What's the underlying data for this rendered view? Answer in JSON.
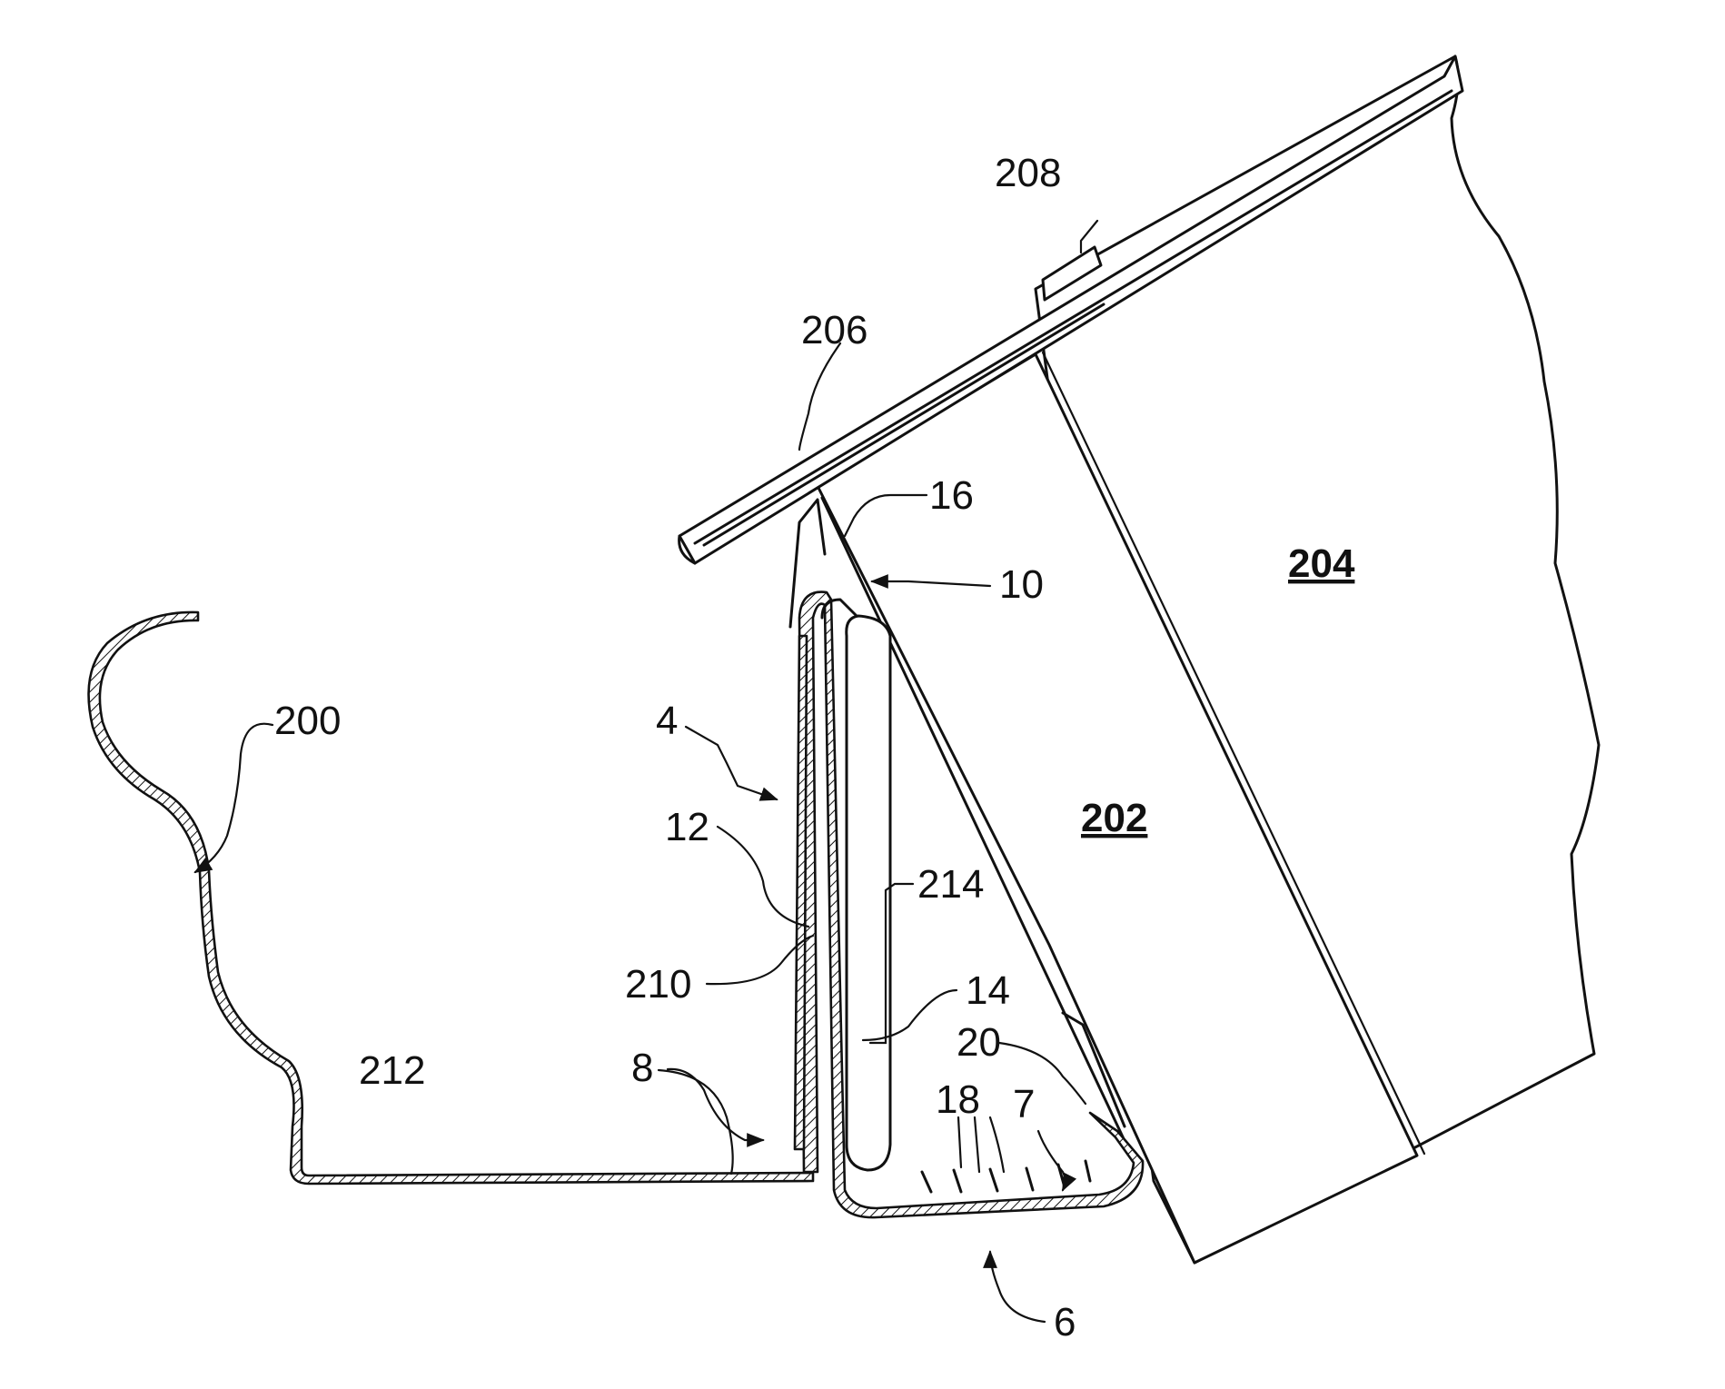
{
  "figure": {
    "labels": {
      "l200": "200",
      "l202": "202",
      "l204": "204",
      "l206": "206",
      "l208": "208",
      "l210": "210",
      "l212": "212",
      "l214": "214",
      "l4": "4",
      "l6": "6",
      "l7": "7",
      "l8": "8",
      "l10": "10",
      "l12": "12",
      "l14": "14",
      "l16": "16",
      "l18": "18",
      "l20": "20"
    }
  }
}
